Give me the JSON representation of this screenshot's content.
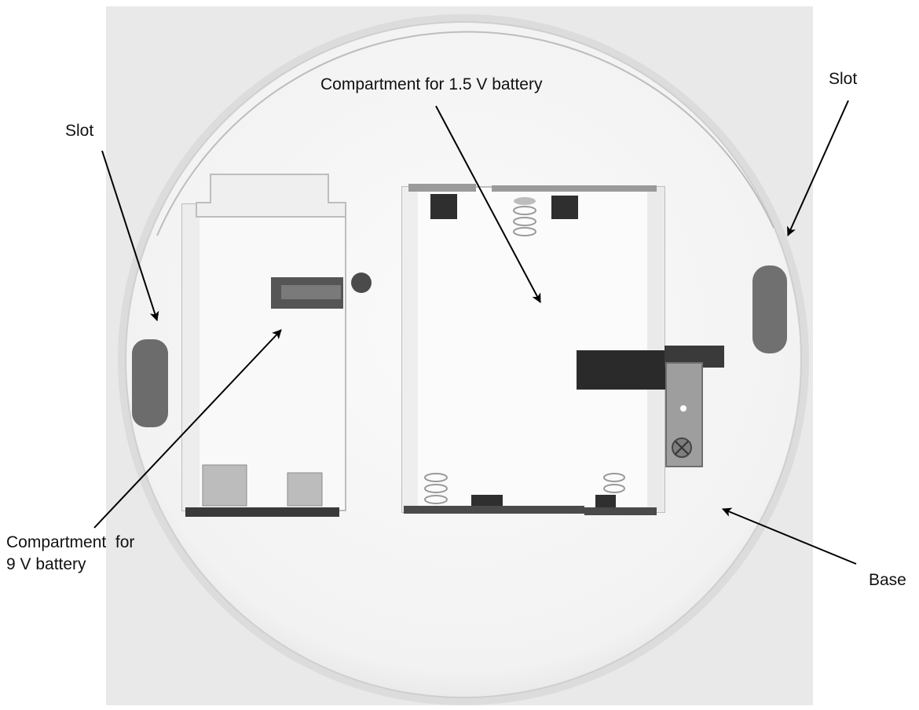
{
  "labels": {
    "slot_left": "Slot",
    "slot_right": "Slot",
    "compartment_1_5v": "Compartment for 1.5 V battery",
    "compartment_9v_line1": "Compartment  for",
    "compartment_9v_line2": "9 V battery",
    "base": "Base"
  },
  "colors": {
    "background": "#ffffff",
    "wall": "#e7e7e7",
    "base_plate": "#f7f7f7",
    "compartment": "#fbfbfb",
    "slot": "#6f6f6f",
    "metal": "#9a9a9a",
    "arrow": "#000000"
  }
}
